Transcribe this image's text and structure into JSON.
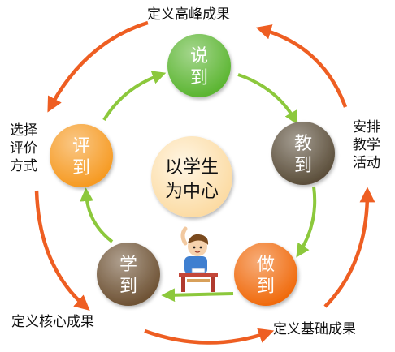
{
  "center": {
    "line1": "以学生",
    "line2": "为中心"
  },
  "nodes": [
    {
      "id": "shuo",
      "top": "说",
      "bottom": "到",
      "color": "#5bb531"
    },
    {
      "id": "jiao",
      "top": "教",
      "bottom": "到",
      "color": "#5b4e3a"
    },
    {
      "id": "zuo",
      "top": "做",
      "bottom": "到",
      "color": "#f06a0c"
    },
    {
      "id": "xue",
      "top": "学",
      "bottom": "到",
      "color": "#6e5234"
    },
    {
      "id": "ping",
      "top": "评",
      "bottom": "到",
      "color": "#f69a22"
    }
  ],
  "outer_labels": {
    "top": "定义高峰成果",
    "right": [
      "安排",
      "教学",
      "活动"
    ],
    "bottom_right": "定义基础成果",
    "bottom_left": "定义核心成果",
    "left": [
      "选择",
      "评价",
      "方式"
    ]
  },
  "colors": {
    "inner_arrow": "#8cc83c",
    "outer_arrow": "#ee5e22",
    "center_fill": "#fde4b2"
  },
  "icons": {
    "student": "student-at-desk-icon"
  }
}
